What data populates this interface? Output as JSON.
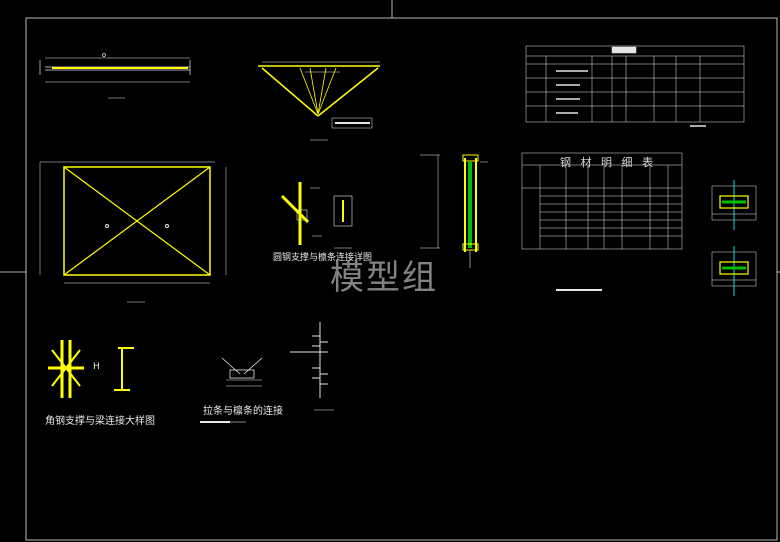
{
  "watermark": "模型组",
  "labels": {
    "round_steel_brace": "圆钢支撑与檩条连接详图",
    "angle_steel_brace": "角钢支撑与梁连接大样图",
    "tie_rod_purlin": "拉条与檩条的连接",
    "material_table_title": "钢 材 明 细 表"
  },
  "tags": {
    "brace_h": "H"
  },
  "colors": {
    "background": "#000000",
    "line_white": "#e6e6e6",
    "line_yellow": "#ffff00",
    "line_green": "#00c000",
    "line_cyan": "#00e0e0"
  }
}
